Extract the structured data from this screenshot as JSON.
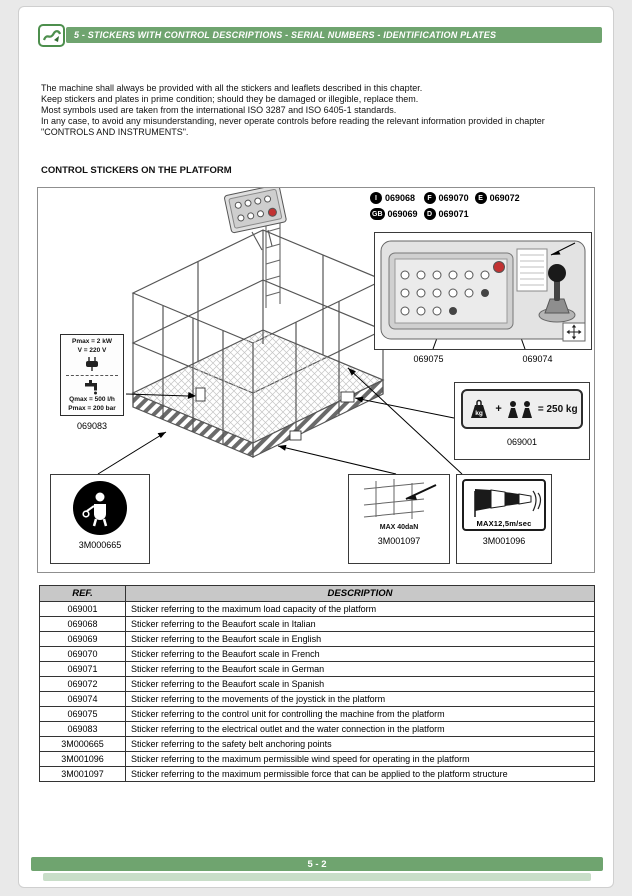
{
  "header": {
    "title": "5 - STICKERS WITH CONTROL DESCRIPTIONS - SERIAL NUMBERS - IDENTIFICATION PLATES"
  },
  "intro": {
    "lines": [
      "The machine shall always be provided with all the stickers and leaflets described in this chapter.",
      "Keep stickers and plates in prime condition; should they be damaged or illegible, replace them.",
      "Most symbols used are taken from the international ISO 3287 and ISO 6405-1 standards.",
      "In any case, to avoid any misunderstanding, never operate controls before reading the relevant information provided in chapter \"CONTROLS AND INSTRUMENTS\"."
    ]
  },
  "section_title": "CONTROL STICKERS ON THE PLATFORM",
  "figure": {
    "languages": [
      {
        "letter": "I",
        "code": "069068"
      },
      {
        "letter": "GB",
        "code": "069069"
      },
      {
        "letter": "F",
        "code": "069070"
      },
      {
        "letter": "D",
        "code": "069071"
      },
      {
        "letter": "E",
        "code": "069072"
      }
    ],
    "panel": {
      "left_code": "069075",
      "right_code": "069074"
    },
    "load_sticker": {
      "kg": "kg",
      "plus": "+",
      "equals": "= 250 kg",
      "code": "069001"
    },
    "outlet_sticker": {
      "power_line1": "Pmax = 2 kW",
      "power_line2": "V = 220 V",
      "water_line1": "Qmax = 500 l/h",
      "water_line2": "Pmax = 200 bar",
      "code": "069083"
    },
    "belt_sticker": {
      "code": "3M000665"
    },
    "force_sticker": {
      "label": "MAX  40daN",
      "code": "3M001097"
    },
    "wind_sticker": {
      "label": "MAX12,5m/sec",
      "code": "3M001096"
    }
  },
  "table": {
    "headers": [
      "REF.",
      "DESCRIPTION"
    ],
    "rows": [
      {
        "ref": "069001",
        "desc": "Sticker referring to the maximum load capacity of the platform"
      },
      {
        "ref": "069068",
        "desc": "Sticker referring to the Beaufort scale in Italian"
      },
      {
        "ref": "069069",
        "desc": "Sticker referring to the Beaufort scale in English"
      },
      {
        "ref": "069070",
        "desc": "Sticker referring to the Beaufort scale in French"
      },
      {
        "ref": "069071",
        "desc": "Sticker referring to the Beaufort scale in German"
      },
      {
        "ref": "069072",
        "desc": "Sticker referring to the Beaufort scale in Spanish"
      },
      {
        "ref": "069074",
        "desc": "Sticker referring to the movements of the joystick in the platform"
      },
      {
        "ref": "069075",
        "desc": "Sticker referring to the control unit for controlling the machine from the platform"
      },
      {
        "ref": "069083",
        "desc": "Sticker referring to the electrical outlet and the water connection in the platform"
      },
      {
        "ref": "3M000665",
        "desc": "Sticker referring to the safety belt anchoring points"
      },
      {
        "ref": "3M001096",
        "desc": "Sticker referring to the maximum permissible wind speed for operating in the platform"
      },
      {
        "ref": "3M001097",
        "desc": "Sticker referring to the maximum permissible force that can be applied to the platform structure"
      }
    ]
  },
  "footer": {
    "page_number": "5 - 2"
  },
  "colors": {
    "accent_green": "#6fa46f",
    "table_header_bg": "#c8c8c8"
  }
}
